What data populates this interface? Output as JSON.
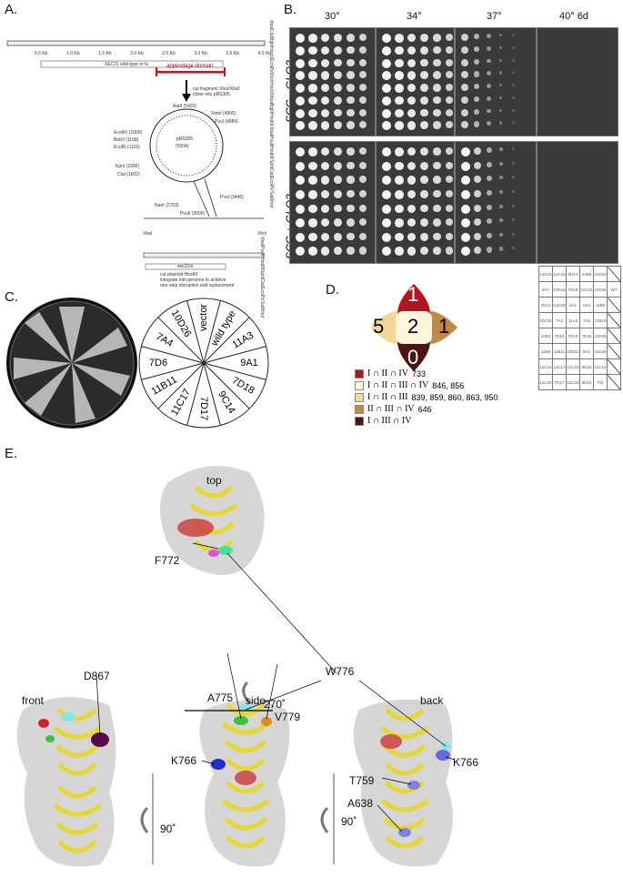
{
  "panels": {
    "a": "A.",
    "b": "B.",
    "c": "C.",
    "d": "D.",
    "e": "E."
  },
  "panel_a": {
    "sites_top": [
      "XbaI",
      "ClaI",
      "BglII",
      "HincII",
      "EcoRV",
      "XhoI",
      "HincIII",
      "XbaI",
      "BglII",
      "HindIII",
      "XbaI",
      "PvuII",
      "HindIII",
      "SphI",
      "ClaI",
      "EcoRV",
      "SalI",
      "XhoI"
    ],
    "ticks": [
      "0.5 Kb",
      "1.0 Kb",
      "1.5 Kb",
      "2.0 Kb",
      "2.5 Kb",
      "3.0 Kb",
      "3.5 Kb",
      "4.0 Kb"
    ],
    "gene_label": "SEC21 wild-type or ts",
    "domain_label": "appendage domain",
    "arrow_note_1": "cut fragment XhoI/XbaI",
    "arrow_note_2": "clone into pRS305",
    "plasmid_name": "pRS305",
    "plasmid_size": "(5504)",
    "plasmid_sites": [
      "AatII (5420)",
      "XmnI (4995)",
      "PvuI (4884)",
      "EcoRV (1006)",
      "BstXI (1108)",
      "EcoRI (1115)",
      "KpnI (1506)",
      "ClaI (1602)",
      "PvuI (3446)",
      "NaeI (2793)",
      "PvuII (3005)"
    ],
    "insert_ends": [
      "XbaI",
      "XhoI"
    ],
    "insert_sites": [
      "XbaI",
      "PvuII",
      "HindIII",
      "SphI",
      "ClaI",
      "EcoRV",
      "SalI",
      "XhoI"
    ],
    "insert_gene": "sec21ts",
    "final_note": [
      "cut plasmid HindIII",
      "integrate into genome to achieve",
      "one-step disruption and replacement"
    ]
  },
  "panel_b": {
    "temps": [
      "30°",
      "34°",
      "37°",
      "40° 6d"
    ],
    "row_labels": [
      "SCG - GLO3",
      "SCG + GLO3"
    ]
  },
  "panel_c": {
    "sectors": [
      "vector",
      "wild type",
      "11A3",
      "9A1",
      "7D18",
      "9C14",
      "7D17",
      "11C17",
      "11B11",
      "7D6",
      "7A4",
      "10D26"
    ]
  },
  "panel_d": {
    "venn": {
      "top": "1",
      "center": "2",
      "left": "5",
      "right": "1",
      "bottom": "0"
    },
    "colors": {
      "top": "#b5151e",
      "center": "#fbf5dc",
      "left": "#f1d896",
      "right": "#c08a45",
      "bottom": "#4a1512"
    },
    "legend": [
      {
        "color": "#b5151e",
        "sets": "I ∩ II ∩ IV",
        "values": "733"
      },
      {
        "color": "#fbf5dc",
        "sets": "I ∩ II ∩ III ∩ IV",
        "values": "846, 856"
      },
      {
        "color": "#f1d896",
        "sets": "I ∩ II ∩ III",
        "values": "839, 859, 860, 863, 950"
      },
      {
        "color": "#c08a45",
        "sets": "II ∩ III ∩ IV",
        "values": "646"
      },
      {
        "color": "#4a1512",
        "sets": "I ∩ III ∩ IV",
        "values": ""
      }
    ],
    "table": [
      [
        "12D15",
        "11C19",
        "9D14",
        "12B8",
        "11D24",
        ""
      ],
      [
        "9A7",
        "12D15",
        "7D18",
        "11C16",
        "11D25",
        "WT"
      ],
      [
        "7D13",
        "11D26",
        "9A1",
        "14I1",
        "11B8",
        ""
      ],
      [
        "10C26",
        "7A4",
        "11A3",
        "7A5",
        "11B10",
        ""
      ],
      [
        "10D3",
        "7D16",
        "7D15",
        "7D26",
        "11D25",
        ""
      ],
      [
        "11B9",
        "11B11",
        "10D22",
        "9A2",
        "11D30",
        ""
      ],
      [
        "11C15",
        "11C17",
        "11C18",
        "9D15",
        "11C14",
        ""
      ],
      [
        "11C20",
        "7D17",
        "11C26",
        "9D16",
        "FW",
        ""
      ]
    ]
  },
  "panel_e": {
    "views": {
      "top": "top",
      "front": "front",
      "side": "side",
      "back": "back"
    },
    "residues": {
      "f772": "F772",
      "w776": "W776",
      "d867": "D867",
      "a775": "A775",
      "v779": "V779",
      "k766_side": "K766",
      "t759": "T759",
      "k766_back": "K766",
      "a638": "A638"
    },
    "rotations": {
      "r270": "270˚",
      "r90_left": "90˚",
      "r90_right": "90˚"
    }
  }
}
